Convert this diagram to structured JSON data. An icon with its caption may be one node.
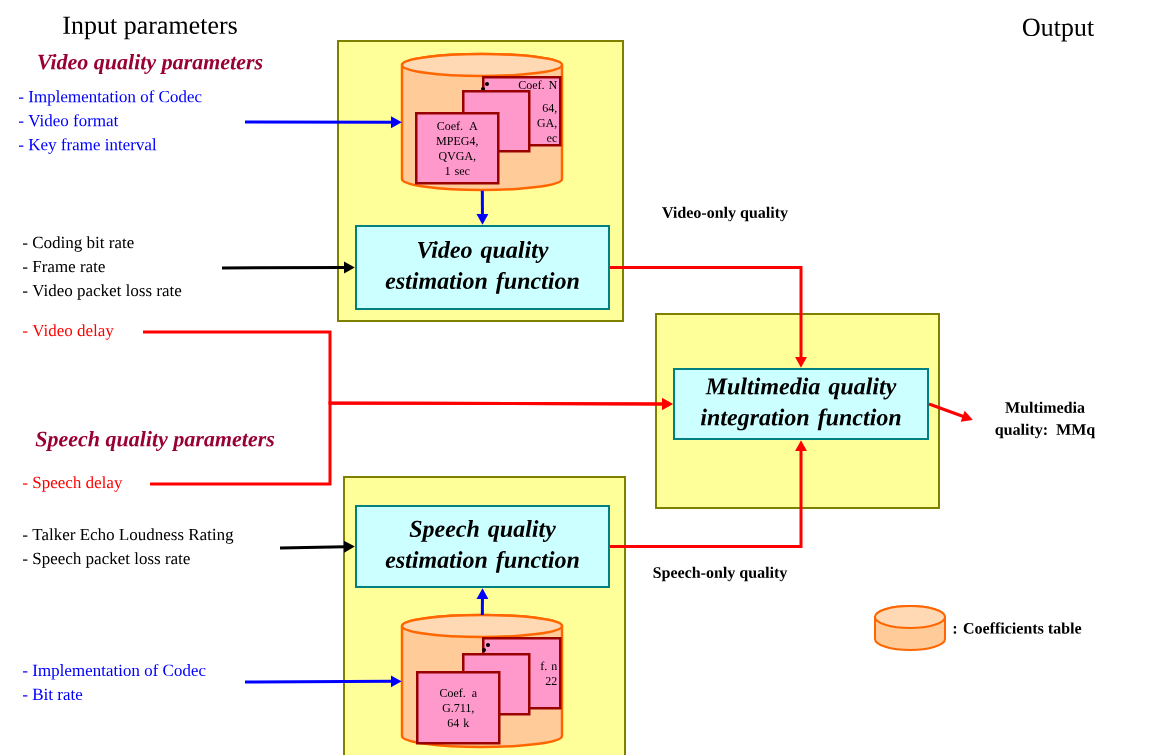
{
  "diagram": {
    "nodes": [
      {
        "text": [],
        "shape": "box"
      },
      {
        "text": [],
        "shape": "cylinder",
        "in": 0
      },
      {
        "text": [
          "Coef. N",
          "64, GA, ec"
        ],
        "in": 1
      },
      {
        "text": [],
        "shape": "box",
        "in": 1
      },
      {
        "text": [
          "Coef. A MPEG4, QVGA, 1 sec"
        ],
        "in": 1
      },
      {
        "text": [
          "Video quality estimation function"
        ],
        "in": 0
      },
      {
        "text": [],
        "shape": "box"
      },
      {
        "text": [
          "Multimedia quality integration function"
        ],
        "in": 6
      },
      {
        "text": [],
        "shape": "box"
      },
      {
        "text": [
          "Speech quality estimation function"
        ],
        "in": 8
      },
      {
        "text": [],
        "shape": "cylinder",
        "in": 8
      },
      {
        "text": [
          "f. n 22"
        ],
        "in": 10
      },
      {
        "text": [],
        "shape": "box",
        "in": 10
      },
      {
        "text": [
          "Coef. a G.711, 64 k"
        ],
        "in": 10
      },
      {
        "text": [
          "- Implementation of Codec",
          "- Video format",
          "- Key frame interval"
        ]
      },
      {
        "text": [
          "- Coding bit rate",
          "- Frame rate",
          "- Video packet loss rate"
        ]
      },
      {
        "text": [
          "- Video delay"
        ]
      },
      {
        "text": [
          "- Speech delay"
        ]
      },
      {
        "text": [
          "- Talker Echo Loudness Rating",
          "- Speech packet loss rate"
        ]
      },
      {
        "text": [
          "- Implementation of Codec",
          "- Bit rate"
        ]
      },
      {
        "text": [
          "Multimedia quality: MMq"
        ]
      }
    ],
    "edges": [
      {
        "from": 14,
        "to": 1,
        "arrow": "to",
        "color": "#0000ff"
      },
      {
        "from": 15,
        "to": 5,
        "arrow": "to",
        "color": "#000000"
      },
      {
        "from": 1,
        "to": 5,
        "arrow": "to",
        "color": "#0000ff"
      },
      {
        "from": 5,
        "to": 7,
        "arrow": "to",
        "color": "#ff0000"
      },
      {
        "from": 16,
        "to": 7,
        "arrow": "to",
        "color": "#ff0000"
      },
      {
        "from": 17,
        "to": 7,
        "arrow": "to",
        "color": "#ff0000"
      },
      {
        "from": 9,
        "to": 7,
        "arrow": "to",
        "color": "#ff0000"
      },
      {
        "from": 18,
        "to": 9,
        "arrow": "to",
        "color": "#000000"
      },
      {
        "from": 19,
        "to": 10,
        "arrow": "to",
        "color": "#0000ff"
      },
      {
        "from": 10,
        "to": 9,
        "arrow": "to",
        "color": "#0000ff"
      },
      {
        "from": 7,
        "to": 20,
        "arrow": "to",
        "color": "#ff0000"
      }
    ],
    "labels": [
      "Input parameters",
      "Output",
      "Video quality parameters",
      "Video-only quality",
      "Speech quality parameters",
      "Speech-only quality"
    ],
    "legend": [
      {
        "text": ": Coefficients table"
      }
    ]
  }
}
